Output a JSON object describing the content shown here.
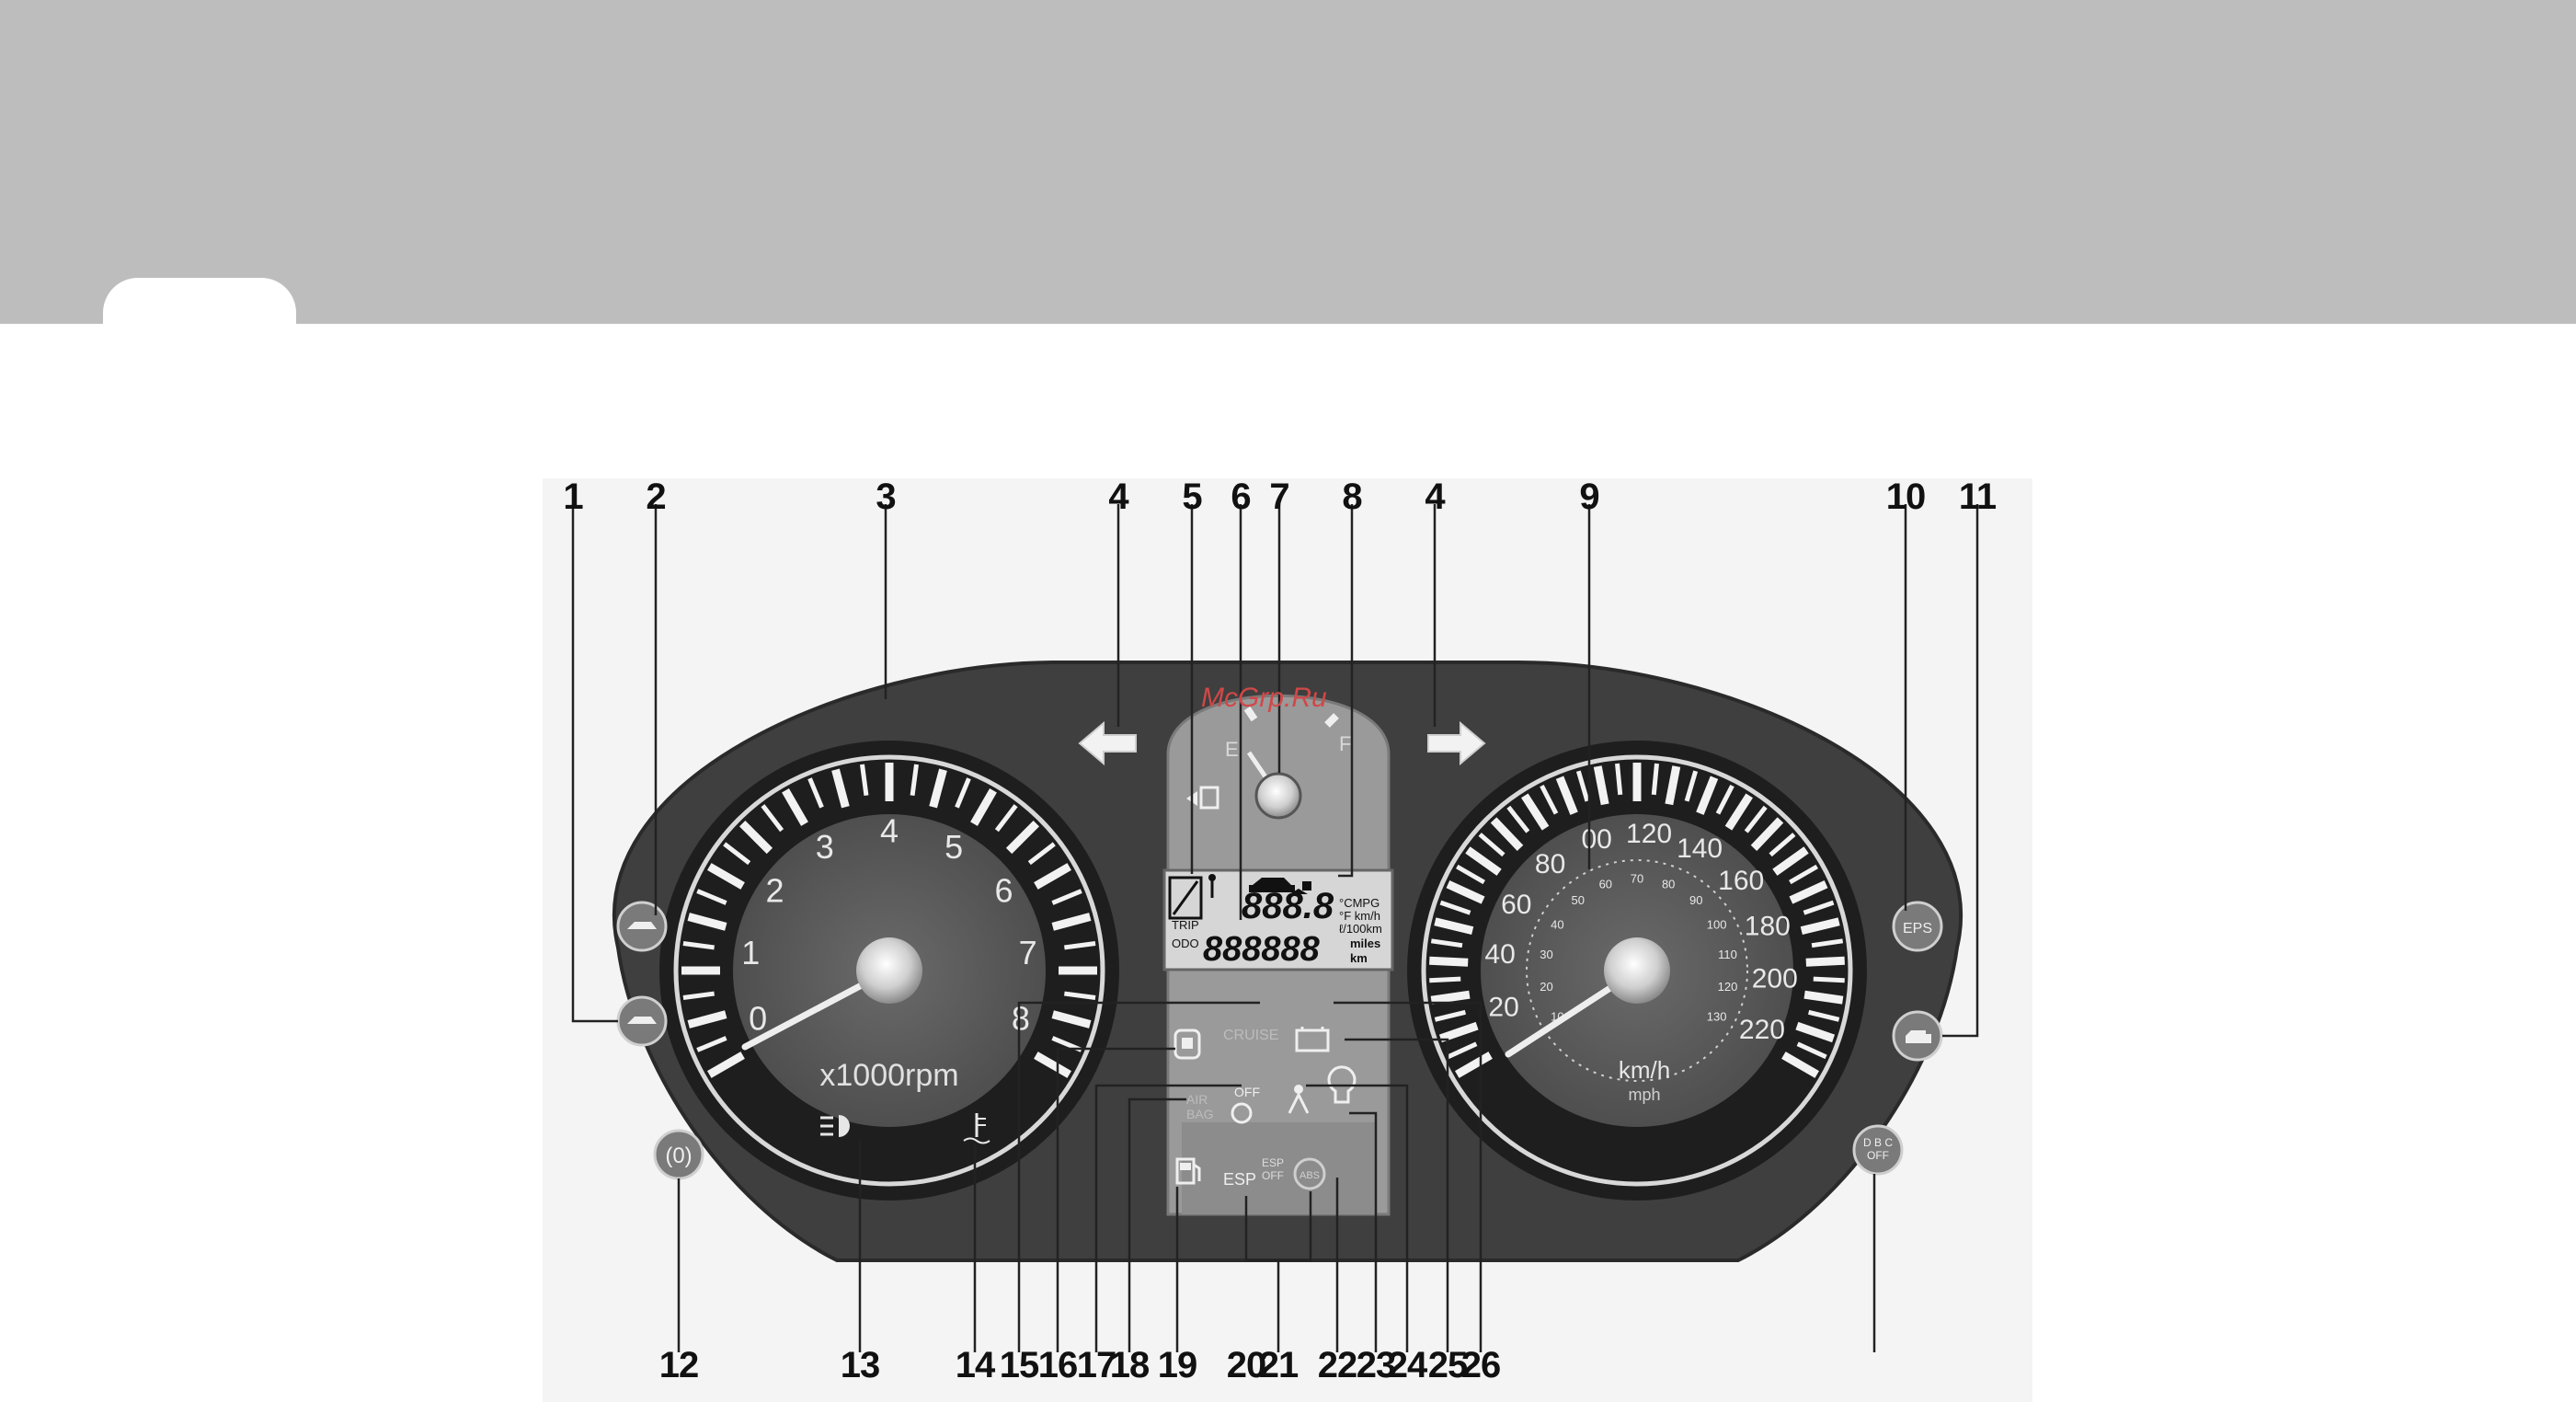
{
  "callouts_top": [
    "1",
    "2",
    "3",
    "4",
    "5",
    "6",
    "7",
    "8",
    "4",
    "9",
    "10",
    "11"
  ],
  "callouts_bottom": [
    "12",
    "13",
    "14",
    "15",
    "16",
    "17",
    "18",
    "19",
    "20",
    "21",
    "22",
    "23",
    "24",
    "25",
    "26"
  ],
  "watermark": "McGrp.Ru",
  "tachometer": {
    "numerals": [
      "0",
      "1",
      "2",
      "3",
      "4",
      "5",
      "6",
      "7",
      "8"
    ],
    "unit": "x1000rpm"
  },
  "speedometer": {
    "kmh_numerals": [
      "20",
      "40",
      "60",
      "80",
      "00",
      "120",
      "140",
      "160",
      "180",
      "200",
      "220"
    ],
    "mph_numerals": [
      "10",
      "20",
      "30",
      "40",
      "50",
      "60",
      "70",
      "80",
      "90",
      "100",
      "110",
      "120",
      "130"
    ],
    "unit_primary": "km/h",
    "unit_secondary": "mph"
  },
  "fuel_gauge": {
    "empty_label": "E",
    "full_label": "F"
  },
  "lcd": {
    "top_digits": "888.8",
    "bottom_digits": "888888",
    "trip_label": "TRIP",
    "odo_label": "ODO",
    "unit_lines": [
      "°CMPG",
      "°F km/h",
      "ℓ/100km"
    ],
    "miles_label": "miles",
    "km_label": "km"
  },
  "warning_lights": {
    "cruise_label": "CRUISE",
    "airbag_label_1": "AIR",
    "airbag_label_2": "BAG",
    "airbag_off_label": "OFF",
    "esp_label": "ESP",
    "esp_off_label_1": "ESP",
    "esp_off_label_2": "OFF",
    "abs_label": "ABS",
    "eps_label": "EPS",
    "dbc_label_1": "D B C",
    "dbc_label_2": "OFF"
  },
  "colors": {
    "watermark": "#d04848",
    "dial_face": "#555555",
    "bezel": "#444444",
    "band": "#bdbdbd"
  }
}
